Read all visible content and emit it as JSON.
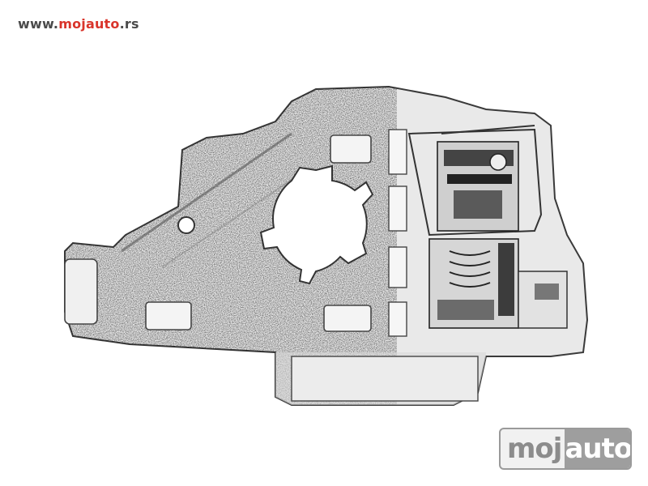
{
  "site": {
    "url_prefix": "www.",
    "url_brand": "moj",
    "url_brand_rest": "auto",
    "url_suffix": ".rs"
  },
  "watermark": {
    "left": "moj",
    "right": "auto"
  },
  "colors": {
    "brand_red": "#d9342b",
    "url_gray": "#4a4a4a",
    "watermark_gray": "#9e9e9e"
  }
}
